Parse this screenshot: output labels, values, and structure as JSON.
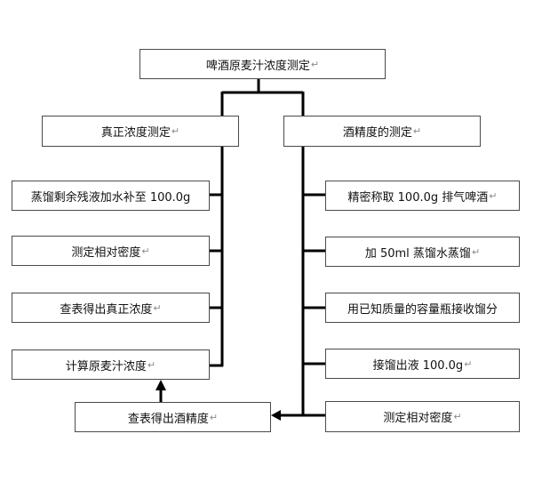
{
  "diagram": {
    "title": "啤酒原麦汁浓度测定",
    "para_mark": "↵",
    "left_branch": {
      "heading": "真正浓度测定",
      "steps": [
        "蒸馏剩余残液加水补至 100.0g",
        "测定相对密度",
        "查表得出真正浓度",
        "计算原麦汁浓度"
      ]
    },
    "right_branch": {
      "heading": "酒精度的测定",
      "steps": [
        "精密称取 100.0g 排气啤酒",
        "加 50ml 蒸馏水蒸馏",
        "用已知质量的容量瓶接收馏分",
        "接馏出液 100.0g",
        "测定相对密度"
      ]
    },
    "merge_box": "查表得出酒精度",
    "colors": {
      "line": "#000000",
      "border": "#4a4a4a",
      "para_mark": "#8a8a8a"
    }
  }
}
